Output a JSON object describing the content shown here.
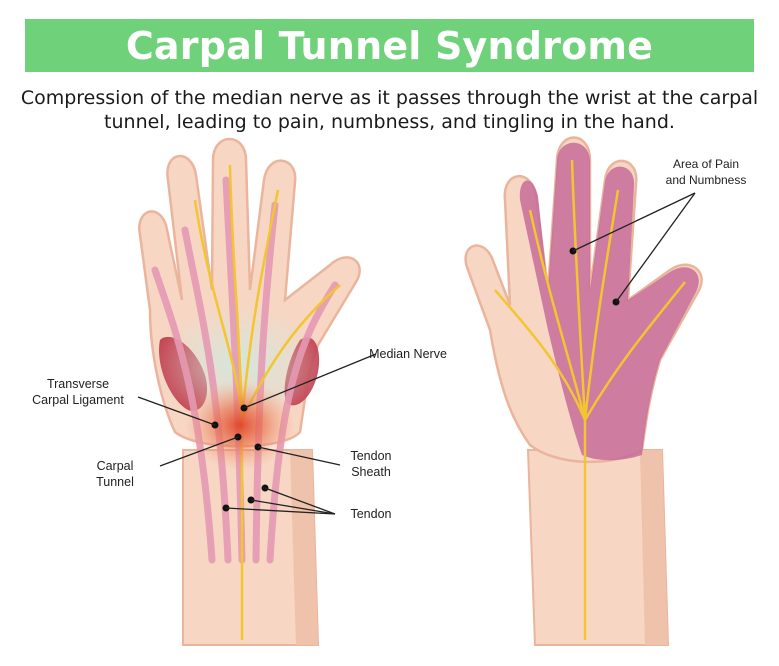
{
  "header": {
    "title": "Carpal Tunnel Syndrome",
    "subtitle_line1": "Compression of the median nerve as it passes through the wrist at the carpal",
    "subtitle_line2": "tunnel, leading to pain, numbness, and tingling in the hand.",
    "banner_color": "#6fd27a"
  },
  "left_hand_labels": {
    "transverse_line1": "Transverse",
    "transverse_line2": "Carpal Ligament",
    "median_nerve": "Median Nerve",
    "carpal_line1": "Carpal",
    "carpal_line2": "Tunnel",
    "tendon_sheath_line1": "Tendon",
    "tendon_sheath_line2": "Sheath",
    "tendon": "Tendon"
  },
  "right_hand_labels": {
    "area_line1": "Area of Pain",
    "area_line2": "and Numbness"
  },
  "colors": {
    "skin": "#f7d6c3",
    "skin_shade": "#eab59c",
    "nerve": "#f2c531",
    "tendon": "#e59ab4",
    "muscle": "#c0394a",
    "pain_area": "#c76c9a",
    "inflammation": "#e0442a"
  }
}
